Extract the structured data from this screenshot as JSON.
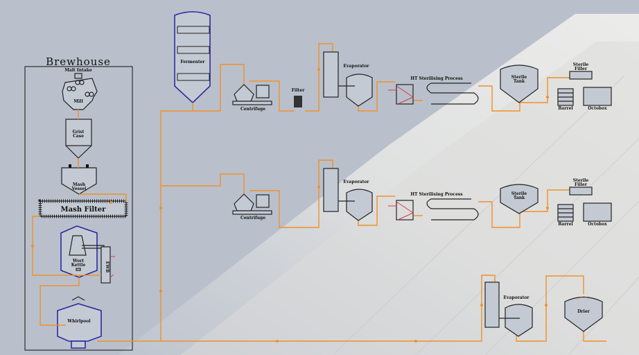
{
  "brewhouse": {
    "title": "Brewhouse",
    "malt_intake": "Malt Intake",
    "mill": "Mill",
    "grist_case": [
      "Grist",
      "Case"
    ],
    "mash_vessel": [
      "Mash",
      "Vessel"
    ],
    "mash_filter": "Mash Filter",
    "wort_kettle": [
      "Wort",
      "Kettle"
    ],
    "ewb": "EWB",
    "whirlpool": "Whirlpool"
  },
  "fermenter": "Fermenter",
  "line1": {
    "centrifuge": "Centrifuge",
    "filter": "Filter",
    "evaporator": "Evaporator",
    "sterilising": "HT Sterilising Process",
    "sterile_tank": [
      "Sterile",
      "Tank"
    ],
    "sterile_filler": [
      "Sterile",
      "Filler"
    ],
    "barrel": "Barrel",
    "octobox": "Octobox"
  },
  "line2": {
    "centrifuge": "Centrifuge",
    "evaporator": "Evaporator",
    "sterilising": "HT Sterilising Process",
    "sterile_tank": [
      "Sterile",
      "Tank"
    ],
    "sterile_filler": [
      "Sterile",
      "Filler"
    ],
    "barrel": "Barrel",
    "octobox": "Octobox"
  },
  "line3": {
    "evaporator": "Evaporator",
    "drier": "Drier"
  },
  "colors": {
    "pipe": "#f0902a",
    "vessel_outline": "#2b2aa0",
    "background": "#b9c0cb"
  }
}
